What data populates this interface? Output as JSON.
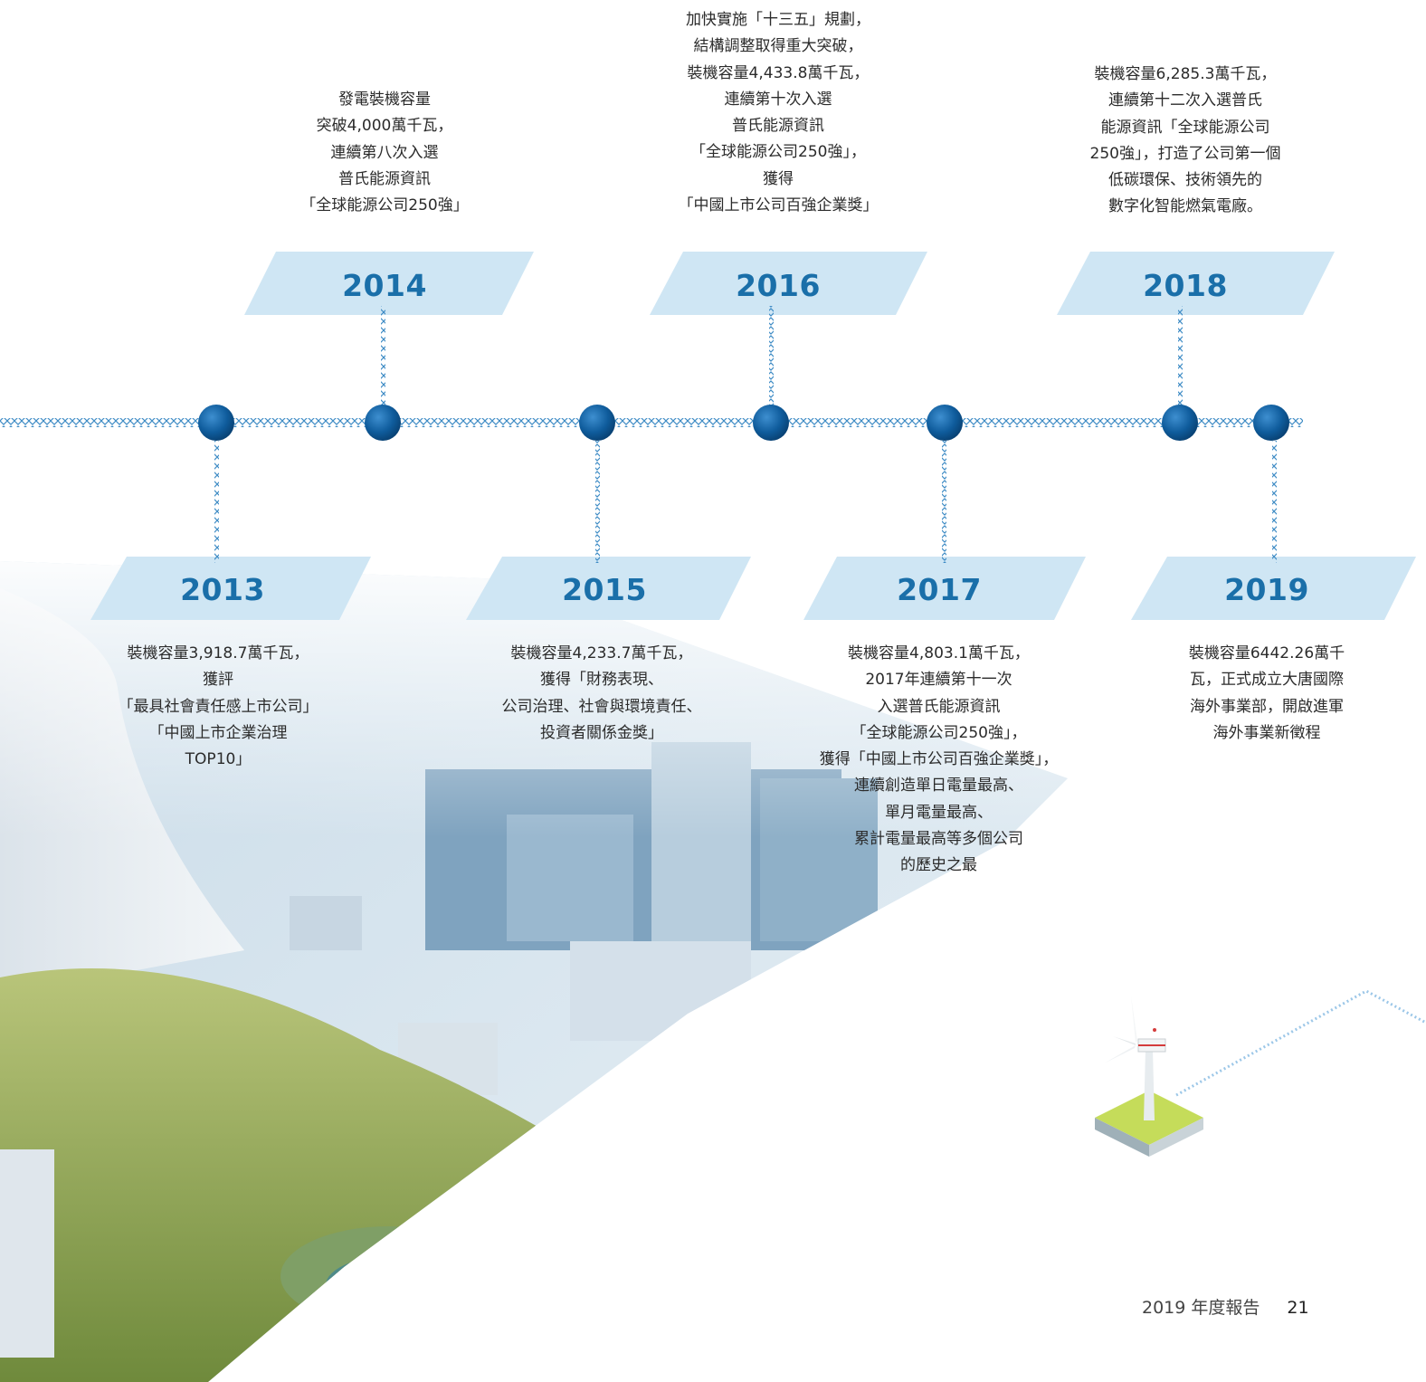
{
  "milestones": [
    {
      "year": "2013",
      "lines": [
        "裝機容量3,918.7萬千瓦，",
        "獲評",
        "「最具社會責任感上市公司」",
        "「中國上市企業治理",
        "TOP10」"
      ]
    },
    {
      "year": "2014",
      "lines": [
        "發電裝機容量",
        "突破4,000萬千瓦，",
        "連續第八次入選",
        "普氏能源資訊",
        "「全球能源公司250強」"
      ]
    },
    {
      "year": "2015",
      "lines": [
        "裝機容量4,233.7萬千瓦，",
        "獲得「財務表現、",
        "公司治理、社會與環境責任、",
        "投資者關係金獎」"
      ]
    },
    {
      "year": "2016",
      "lines": [
        "加快實施「十三五」規劃，",
        "結構調整取得重大突破，",
        "裝機容量4,433.8萬千瓦，",
        "連續第十次入選",
        "普氏能源資訊",
        "「全球能源公司250強」，",
        "獲得",
        "「中國上市公司百強企業獎」"
      ]
    },
    {
      "year": "2017",
      "lines": [
        "裝機容量4,803.1萬千瓦，",
        "2017年連續第十一次",
        "入選普氏能源資訊",
        "「全球能源公司250強」，",
        "獲得「中國上市公司百強企業獎」，",
        "連續創造單日電量最高、",
        "單月電量最高、",
        "累計電量最高等多個公司",
        "的歷史之最"
      ]
    },
    {
      "year": "2018",
      "lines": [
        "裝機容量6,285.3萬千瓦，",
        "連續第十二次入選普氏",
        "能源資訊「全球能源公司",
        "250強」，打造了公司第一個",
        "低碳環保、技術領先的",
        "數字化智能燃氣電廠。"
      ]
    },
    {
      "year": "2019",
      "lines": [
        "裝機容量6442.26萬千",
        "瓦，正式成立大唐國際",
        "海外事業部，開啟進軍",
        "海外事業新徵程"
      ]
    }
  ],
  "footer": {
    "report": "2019 年度報告",
    "page": "21"
  },
  "colors": {
    "accent": "#1a6fa9",
    "band": "#cfe6f4",
    "node": "#0d5a9a"
  }
}
